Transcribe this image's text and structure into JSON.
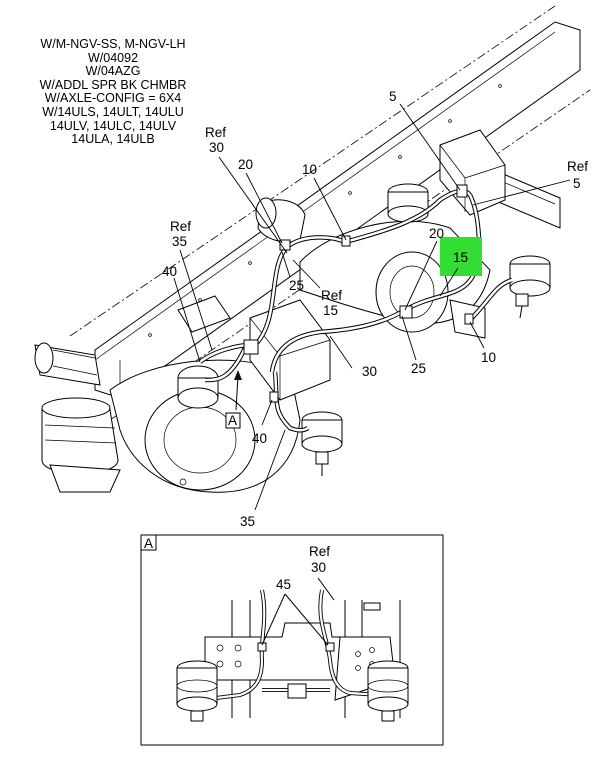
{
  "applicability_notes": [
    "W/M-NGV-SS, M-NGV-LH",
    "W/04092",
    "W/04AZG",
    "W/ADDL SPR BK CHMBR",
    "W/AXLE-CONFIG = 6X4",
    "W/14ULS, 14ULT, 14ULU",
    "14ULV, 14ULC, 14ULV",
    "14ULA, 14ULB"
  ],
  "callouts": {
    "ref30_ref": "Ref",
    "ref30_num": "30",
    "c20_left": "20",
    "c10_top": "10",
    "c5_top": "5",
    "ref5_ref": "Ref",
    "ref5_num": "5",
    "ref35_ref": "Ref",
    "ref35_num": "35",
    "c40_left": "40",
    "c25_left": "25",
    "ref15_ref": "Ref",
    "ref15_num": "15",
    "c20_right": "20",
    "c15_highlight": "15",
    "c30_mid": "30",
    "c25_right": "25",
    "c10_right": "10",
    "viewA_arrow": "A",
    "c40_bottom": "40",
    "c35_bottom": "35"
  },
  "detail_view": {
    "label": "A",
    "ref30_ref": "Ref",
    "ref30_num": "30",
    "c45": "45"
  },
  "colors": {
    "highlight": "#33dd33",
    "line": "#000000"
  }
}
